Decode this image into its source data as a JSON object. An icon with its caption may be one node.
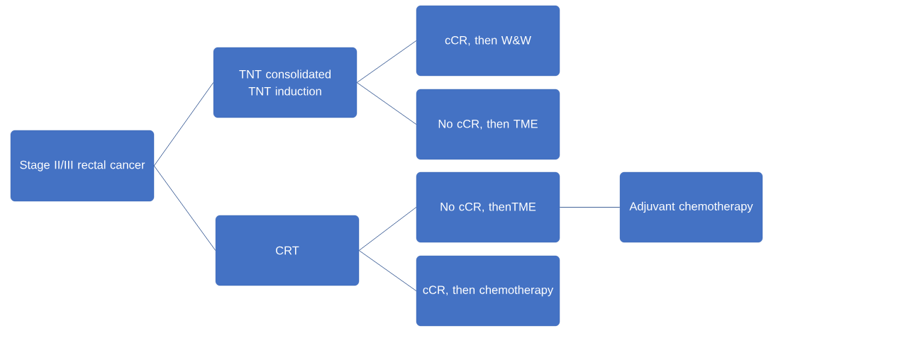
{
  "diagram": {
    "nodes": [
      {
        "text": [
          "Stage II/III rectal cancer"
        ]
      },
      {
        "text": [
          "TNT consolidated",
          "TNT induction"
        ]
      },
      {
        "text": [
          "CRT"
        ]
      },
      {
        "text": [
          "cCR, then W&W"
        ]
      },
      {
        "text": [
          "No cCR, then TME"
        ]
      },
      {
        "text": [
          "No cCR, thenTME"
        ]
      },
      {
        "text": [
          "cCR, then chemotherapy"
        ]
      },
      {
        "text": [
          "Adjuvant chemotherapy"
        ]
      }
    ],
    "edges": [
      {
        "from": 0,
        "to": 1,
        "arrow": "none"
      },
      {
        "from": 0,
        "to": 2,
        "arrow": "none"
      },
      {
        "from": 1,
        "to": 3,
        "arrow": "none"
      },
      {
        "from": 1,
        "to": 4,
        "arrow": "none"
      },
      {
        "from": 2,
        "to": 5,
        "arrow": "none"
      },
      {
        "from": 2,
        "to": 6,
        "arrow": "none"
      },
      {
        "from": 5,
        "to": 7,
        "arrow": "none"
      }
    ]
  }
}
